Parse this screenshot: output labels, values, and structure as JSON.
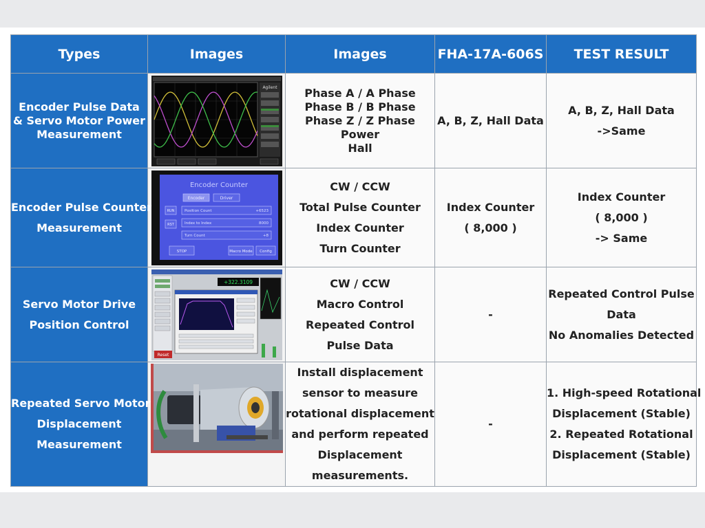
{
  "table": {
    "headers": [
      "Types",
      "Images",
      "Images",
      "FHA-17A-606S",
      "TEST RESULT"
    ],
    "rows": [
      {
        "type": [
          "Encoder Pulse Data",
          "& Servo Motor Power",
          "Measurement"
        ],
        "image": "oscilloscope-screenshot",
        "image_text": {
          "brand": "Agilent"
        },
        "description": [
          "Phase A / A Phase",
          "Phase B / B Phase",
          "Phase Z / Z Phase",
          "Power",
          "Hall"
        ],
        "spec": [
          "A, B, Z, Hall Data"
        ],
        "result": [
          "A, B, Z, Hall Data",
          "->Same"
        ]
      },
      {
        "type": [
          "Encoder Pulse Counter",
          "Measurement"
        ],
        "image": "encoder-counter-screen",
        "image_text": {
          "title": "Encoder Counter",
          "tab1": "Encoder",
          "tab2": "Driver",
          "row1": "Position Count",
          "row1_val": "+6523",
          "row2": "Index to Index",
          "row2_val": "8000",
          "row3": "Turn Count",
          "row3_val": "+8",
          "side1": "RUN",
          "side2": "RST",
          "btn1": "STOP",
          "btn2": "Macro Mode",
          "btn3": "Config"
        },
        "description": [
          "CW / CCW",
          "Total Pulse Counter",
          "Index Counter",
          "Turn Counter"
        ],
        "spec": [
          "Index Counter",
          "( 8,000 )"
        ],
        "result": [
          "Index Counter",
          "( 8,000 )",
          "-> Same"
        ]
      },
      {
        "type": [
          "Servo Motor Drive",
          "Position Control"
        ],
        "image": "control-software-screenshot",
        "image_text": {
          "readout": "+322.3109",
          "reset": "Reset"
        },
        "description": [
          "CW / CCW",
          "Macro Control",
          "Repeated Control",
          "Pulse Data"
        ],
        "spec": [
          "-"
        ],
        "result": [
          "Repeated Control Pulse",
          "Data",
          "No Anomalies Detected"
        ]
      },
      {
        "type": [
          "Repeated Servo Motor",
          "Displacement",
          "Measurement"
        ],
        "image": "servo-motor-photo",
        "description": [
          "Install displacement",
          "sensor to measure",
          "rotational displacement",
          "and perform repeated",
          "Displacement",
          "measurements."
        ],
        "spec": [
          "-"
        ],
        "result": [
          "1. High-speed Rotational",
          "Displacement (Stable)",
          "2. Repeated Rotational",
          "Displacement (Stable)"
        ]
      }
    ]
  },
  "colors": {
    "header_bg": "#1f6fc2",
    "header_text": "#ffffff",
    "wave_a": "#d4c23a",
    "wave_b": "#c04fd0",
    "wave_c": "#3fbf4a",
    "lcd_bg": "#4b55e0"
  }
}
